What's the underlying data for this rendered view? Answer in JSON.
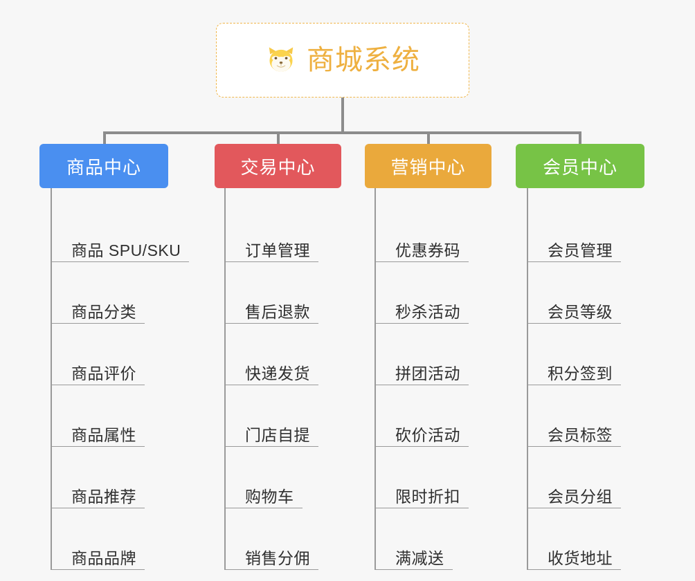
{
  "root": {
    "title": "商城系统",
    "icon": "shiba-dog-icon",
    "accent": "#eeb040",
    "border_color": "#f0b64a",
    "background": "#ffffff"
  },
  "canvas": {
    "background": "#f7f7f7",
    "connector_color": "#8c8c8c"
  },
  "columns": [
    {
      "title": "商品中心",
      "color": "#4a8ff0",
      "items": [
        "商品 SPU/SKU",
        "商品分类",
        "商品评价",
        "商品属性",
        "商品推荐",
        "商品品牌"
      ]
    },
    {
      "title": "交易中心",
      "color": "#e2585c",
      "items": [
        "订单管理",
        "售后退款",
        "快递发货",
        "门店自提",
        "购物车",
        "销售分佣"
      ]
    },
    {
      "title": "营销中心",
      "color": "#eaa93c",
      "items": [
        "优惠券码",
        "秒杀活动",
        "拼团活动",
        "砍价活动",
        "限时折扣",
        "满减送"
      ]
    },
    {
      "title": "会员中心",
      "color": "#77c346",
      "items": [
        "会员管理",
        "会员等级",
        "积分签到",
        "会员标签",
        "会员分组",
        "收货地址"
      ]
    }
  ]
}
